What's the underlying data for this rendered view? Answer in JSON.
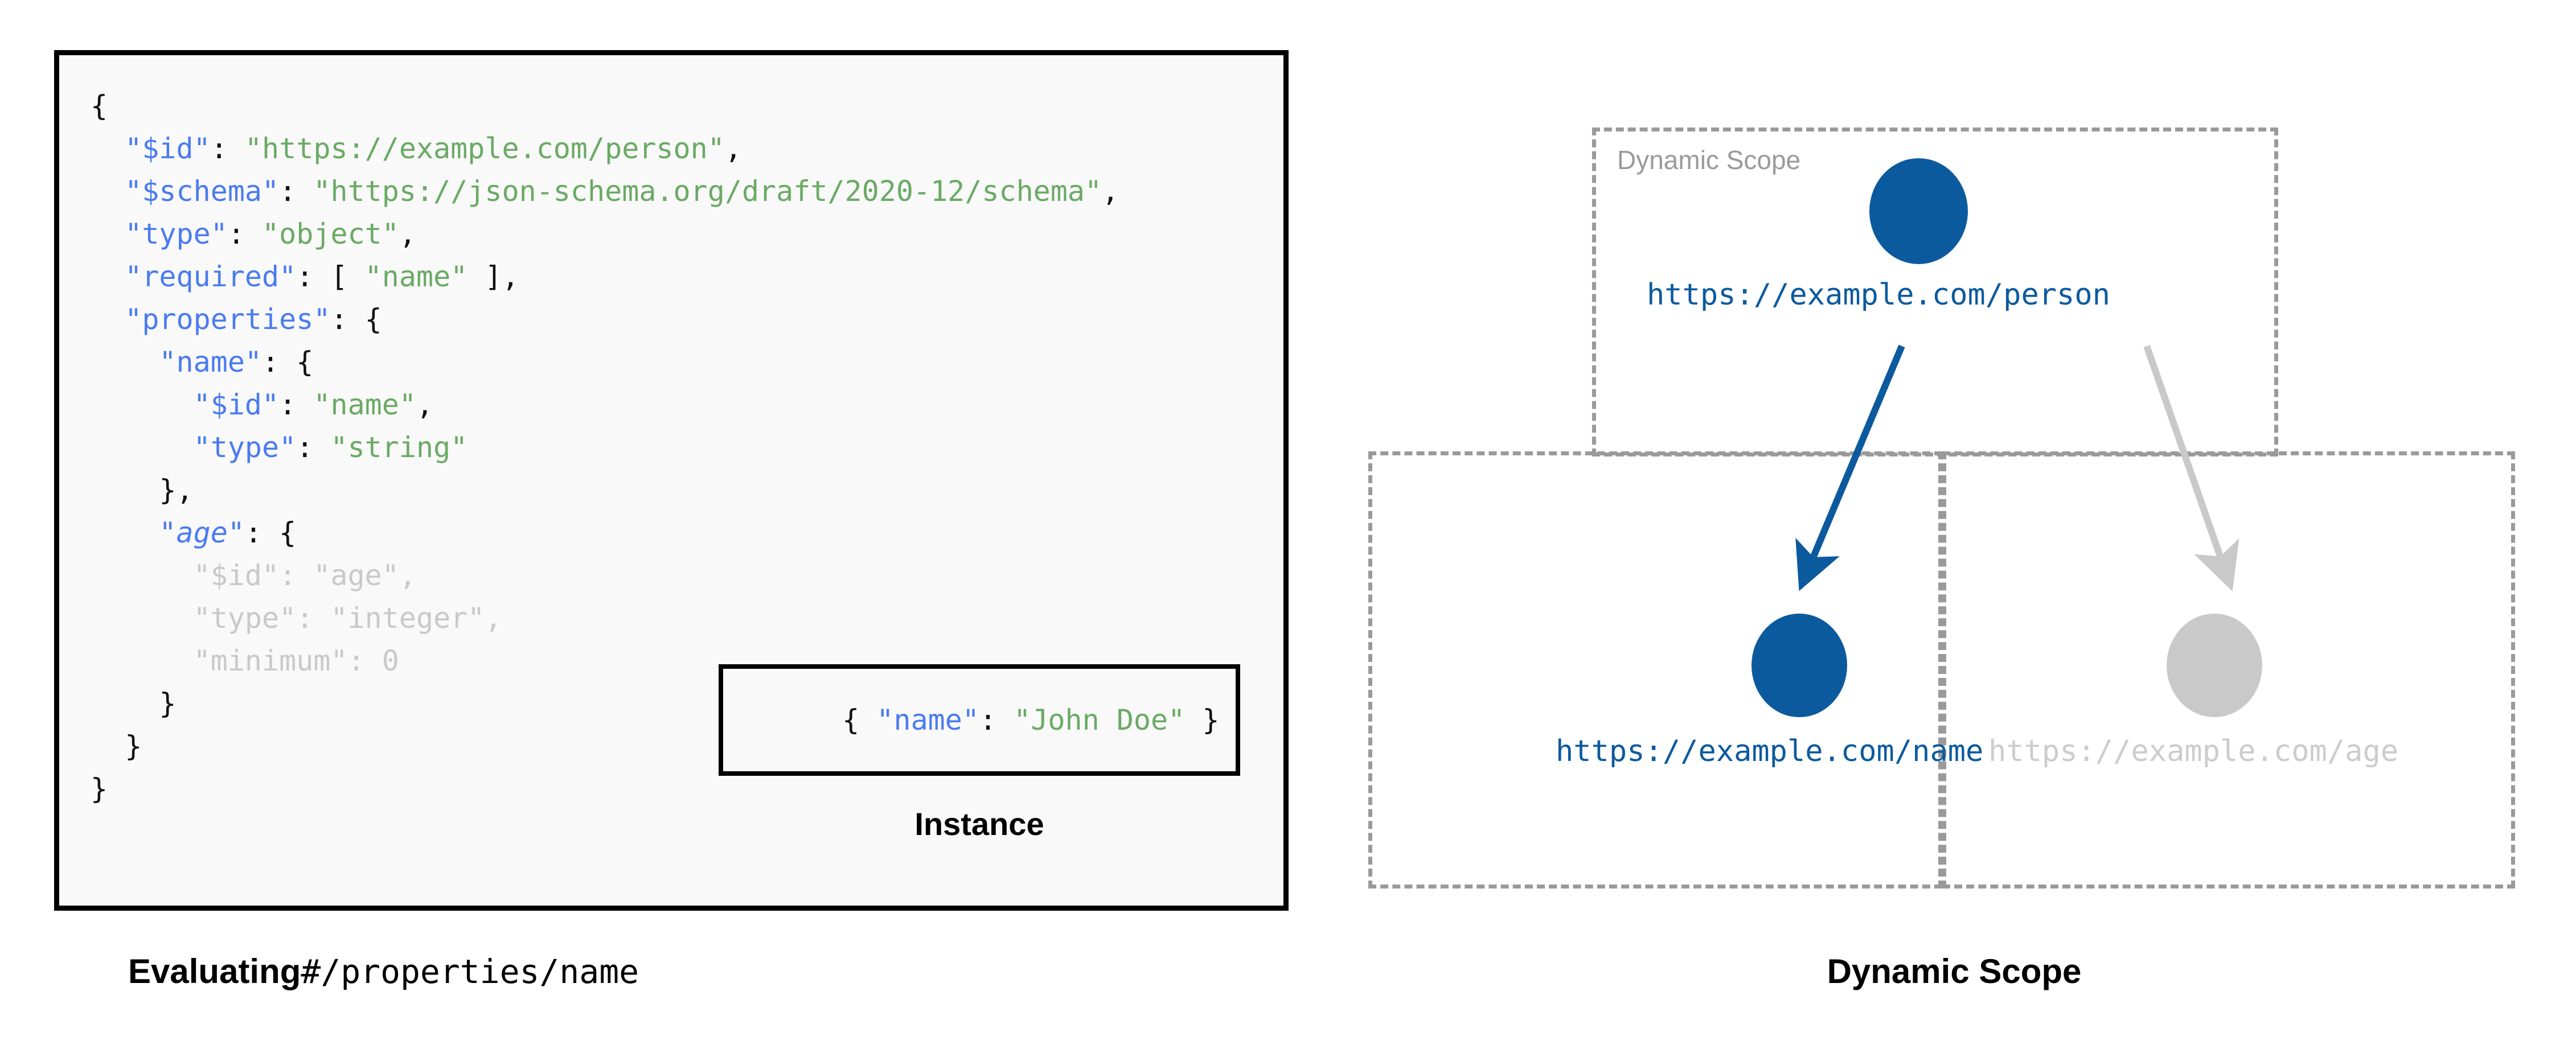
{
  "figure": {
    "left_caption_bold": "Evaluating",
    "left_caption_mono": "#/properties/name",
    "right_caption": "Dynamic Scope"
  },
  "schema_panel": {
    "instance": {
      "caption": "Instance",
      "open_brace": "{ ",
      "key": "\"name\"",
      "colon": ": ",
      "value": "\"John Doe\"",
      "close_brace": " }"
    },
    "code_lines": [
      {
        "indent": "",
        "tokens": [
          {
            "t": "{",
            "c": "punct"
          }
        ]
      },
      {
        "indent": "  ",
        "tokens": [
          {
            "t": "\"$id\"",
            "c": "key"
          },
          {
            "t": ": ",
            "c": "punct"
          },
          {
            "t": "\"https://example.com/person\"",
            "c": "str"
          },
          {
            "t": ",",
            "c": "punct"
          }
        ]
      },
      {
        "indent": "  ",
        "tokens": [
          {
            "t": "\"$schema\"",
            "c": "key"
          },
          {
            "t": ": ",
            "c": "punct"
          },
          {
            "t": "\"https://json-schema.org/draft/2020-12/schema\"",
            "c": "str"
          },
          {
            "t": ",",
            "c": "punct"
          }
        ]
      },
      {
        "indent": "  ",
        "tokens": [
          {
            "t": "\"type\"",
            "c": "key"
          },
          {
            "t": ": ",
            "c": "punct"
          },
          {
            "t": "\"object\"",
            "c": "str"
          },
          {
            "t": ",",
            "c": "punct"
          }
        ]
      },
      {
        "indent": "  ",
        "tokens": [
          {
            "t": "\"required\"",
            "c": "key"
          },
          {
            "t": ": [ ",
            "c": "punct"
          },
          {
            "t": "\"name\"",
            "c": "str"
          },
          {
            "t": " ],",
            "c": "punct"
          }
        ]
      },
      {
        "indent": "  ",
        "tokens": [
          {
            "t": "\"properties\"",
            "c": "key"
          },
          {
            "t": ": {",
            "c": "punct"
          }
        ]
      },
      {
        "indent": "    ",
        "tokens": [
          {
            "t": "\"name\"",
            "c": "key"
          },
          {
            "t": ": {",
            "c": "punct"
          }
        ]
      },
      {
        "indent": "      ",
        "tokens": [
          {
            "t": "\"$id\"",
            "c": "key"
          },
          {
            "t": ": ",
            "c": "punct"
          },
          {
            "t": "\"name\"",
            "c": "str"
          },
          {
            "t": ",",
            "c": "punct"
          }
        ]
      },
      {
        "indent": "      ",
        "tokens": [
          {
            "t": "\"type\"",
            "c": "key"
          },
          {
            "t": ": ",
            "c": "punct"
          },
          {
            "t": "\"string\"",
            "c": "str"
          }
        ]
      },
      {
        "indent": "    ",
        "tokens": [
          {
            "t": "},",
            "c": "punct"
          }
        ]
      },
      {
        "indent": "    ",
        "tokens": [
          {
            "t": "\"age\"",
            "c": "key-it"
          },
          {
            "t": ": {",
            "c": "punct"
          }
        ]
      },
      {
        "indent": "      ",
        "tokens": [
          {
            "t": "\"$id\"",
            "c": "faded"
          },
          {
            "t": ": ",
            "c": "faded"
          },
          {
            "t": "\"age\"",
            "c": "faded"
          },
          {
            "t": ",",
            "c": "faded"
          }
        ]
      },
      {
        "indent": "      ",
        "tokens": [
          {
            "t": "\"type\"",
            "c": "faded"
          },
          {
            "t": ": ",
            "c": "faded"
          },
          {
            "t": "\"integer\"",
            "c": "faded"
          },
          {
            "t": ",",
            "c": "faded"
          }
        ]
      },
      {
        "indent": "      ",
        "tokens": [
          {
            "t": "\"minimum\"",
            "c": "faded"
          },
          {
            "t": ": ",
            "c": "faded"
          },
          {
            "t": "0",
            "c": "faded"
          }
        ]
      },
      {
        "indent": "    ",
        "tokens": [
          {
            "t": "}",
            "c": "punct"
          }
        ]
      },
      {
        "indent": "  ",
        "tokens": [
          {
            "t": "}",
            "c": "punct"
          }
        ]
      },
      {
        "indent": "",
        "tokens": [
          {
            "t": "}",
            "c": "punct"
          }
        ]
      }
    ]
  },
  "scope_diagram": {
    "root_scope_label": "Dynamic Scope",
    "nodes": [
      {
        "id": "person",
        "label": "https://example.com/person",
        "state": "active"
      },
      {
        "id": "name",
        "label": "https://example.com/name",
        "state": "active"
      },
      {
        "id": "age",
        "label": "https://example.com/age",
        "state": "inactive"
      }
    ],
    "edges": [
      {
        "from": "person",
        "to": "name",
        "state": "active"
      },
      {
        "from": "person",
        "to": "age",
        "state": "inactive"
      }
    ]
  },
  "colors": {
    "accent_blue": "#0c5a9e",
    "inactive_gray": "#c9c9c9",
    "dash_border_gray": "#9a9a9a",
    "code_key_blue": "#4a7bf0",
    "code_string_green": "#6aaa64",
    "code_bg": "#f9f9f9",
    "code_faded": "#c9c9c9"
  }
}
